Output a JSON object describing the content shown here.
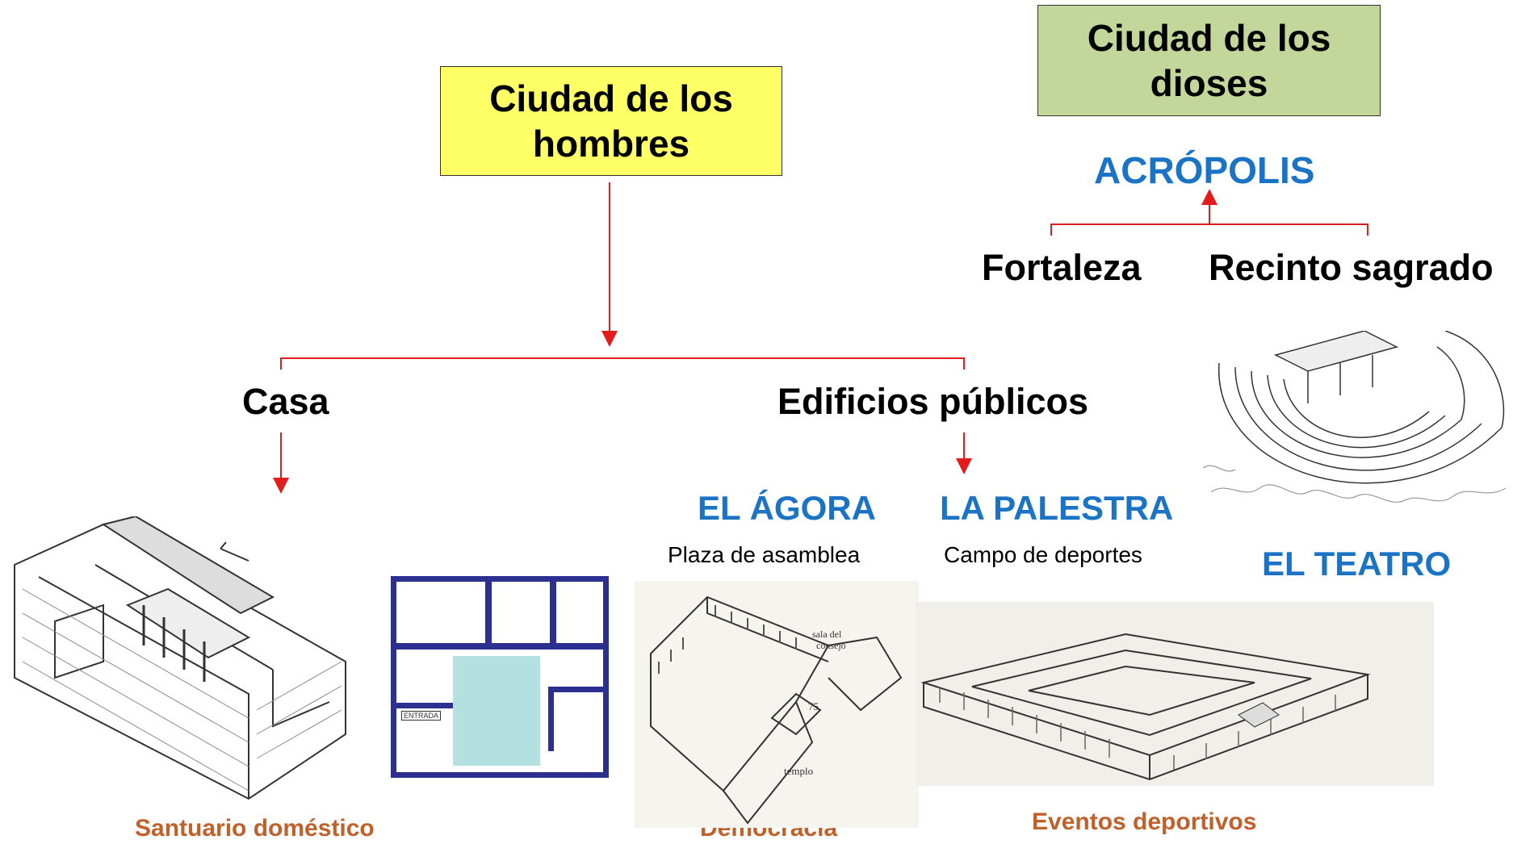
{
  "boxes": {
    "men": {
      "line1": "Ciudad de los",
      "line2": "hombres",
      "fill": "#ffff66"
    },
    "gods": {
      "line1": "Ciudad de los",
      "line2": "dioses",
      "fill": "#c4d79b"
    }
  },
  "labels": {
    "acropolis": "ACRÓPOLIS",
    "fortaleza": "Fortaleza",
    "recinto": "Recinto sagrado",
    "casa": "Casa",
    "edificios": "Edificios públicos",
    "agora": "EL ÁGORA",
    "agora_sub": "Plaza  de asamblea",
    "palestra": "LA PALESTRA",
    "palestra_sub": "Campo de deportes",
    "teatro": "EL TEATRO",
    "santuario": "Santuario doméstico",
    "democracia": "Democracia",
    "eventos": "Eventos deportivos"
  },
  "plan_labels": {
    "entrada": "ENTRADA",
    "sala": "sala del",
    "consejo": "consejo",
    "templo": "templo",
    "number": "75"
  },
  "colors": {
    "connector": "#e31b1b",
    "heading_blue": "#1a73c4",
    "caption_brown": "#c0602a",
    "plan_wall": "#2b2f8f",
    "plan_pool": "#b3e0e0"
  }
}
